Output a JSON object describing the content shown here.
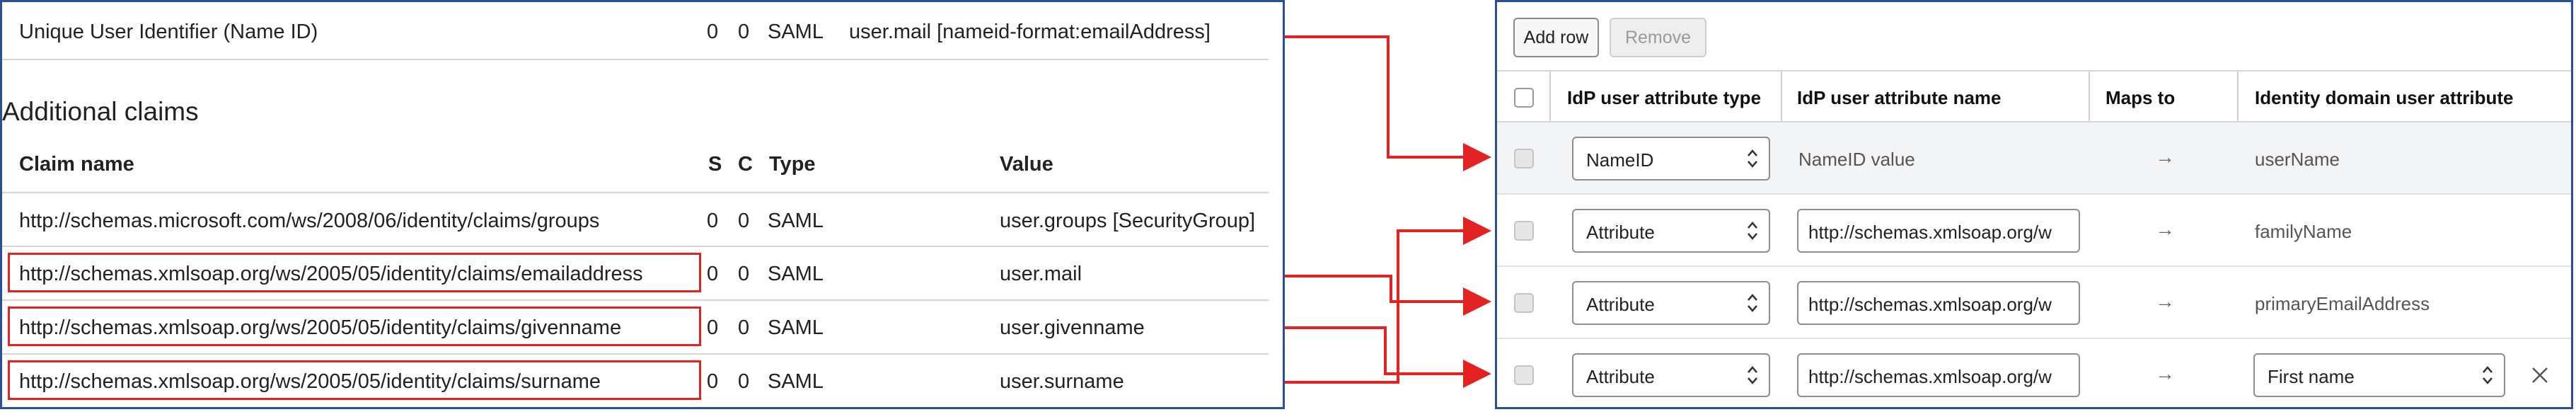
{
  "left": {
    "nameid_row": {
      "claim": "Unique User Identifier (Name ID)",
      "s": "0",
      "c": "0",
      "type": "SAML",
      "value": "user.mail [nameid-format:emailAddress]"
    },
    "section_title": "Additional claims",
    "headers": {
      "claim_name": "Claim name",
      "s": "S",
      "c": "C",
      "type": "Type",
      "value": "Value"
    },
    "claims": [
      {
        "name": "http://schemas.microsoft.com/ws/2008/06/identity/claims/groups",
        "s": "0",
        "c": "0",
        "type": "SAML",
        "value": "user.groups [SecurityGroup]",
        "highlighted": false
      },
      {
        "name": "http://schemas.xmlsoap.org/ws/2005/05/identity/claims/emailaddress",
        "s": "0",
        "c": "0",
        "type": "SAML",
        "value": "user.mail",
        "highlighted": true
      },
      {
        "name": "http://schemas.xmlsoap.org/ws/2005/05/identity/claims/givenname",
        "s": "0",
        "c": "0",
        "type": "SAML",
        "value": "user.givenname",
        "highlighted": true
      },
      {
        "name": "http://schemas.xmlsoap.org/ws/2005/05/identity/claims/surname",
        "s": "0",
        "c": "0",
        "type": "SAML",
        "value": "user.surname",
        "highlighted": true
      }
    ]
  },
  "right": {
    "toolbar": {
      "add_row": "Add row",
      "remove": "Remove"
    },
    "headers": {
      "idp_type": "IdP user attribute type",
      "idp_name": "IdP user attribute name",
      "maps_to": "Maps to",
      "domain_attr": "Identity domain user attribute"
    },
    "rows": [
      {
        "type": "NameID",
        "name": "NameID value",
        "maps": "→",
        "domain_attr": "userName"
      },
      {
        "type": "Attribute",
        "name": "http://schemas.xmlsoap.org/w",
        "maps": "→",
        "domain_attr": "familyName"
      },
      {
        "type": "Attribute",
        "name": "http://schemas.xmlsoap.org/w",
        "maps": "→",
        "domain_attr": "primaryEmailAddress"
      },
      {
        "type": "Attribute",
        "name": "http://schemas.xmlsoap.org/w",
        "maps": "→",
        "domain_attr": "First name"
      }
    ]
  },
  "colors": {
    "panel_border": "#2b4f9a",
    "highlight": "#e52222",
    "connector": "#e52222"
  },
  "icons": [
    "select-caret-icon",
    "arrow-right-icon",
    "close-icon",
    "arrowhead-icon"
  ]
}
